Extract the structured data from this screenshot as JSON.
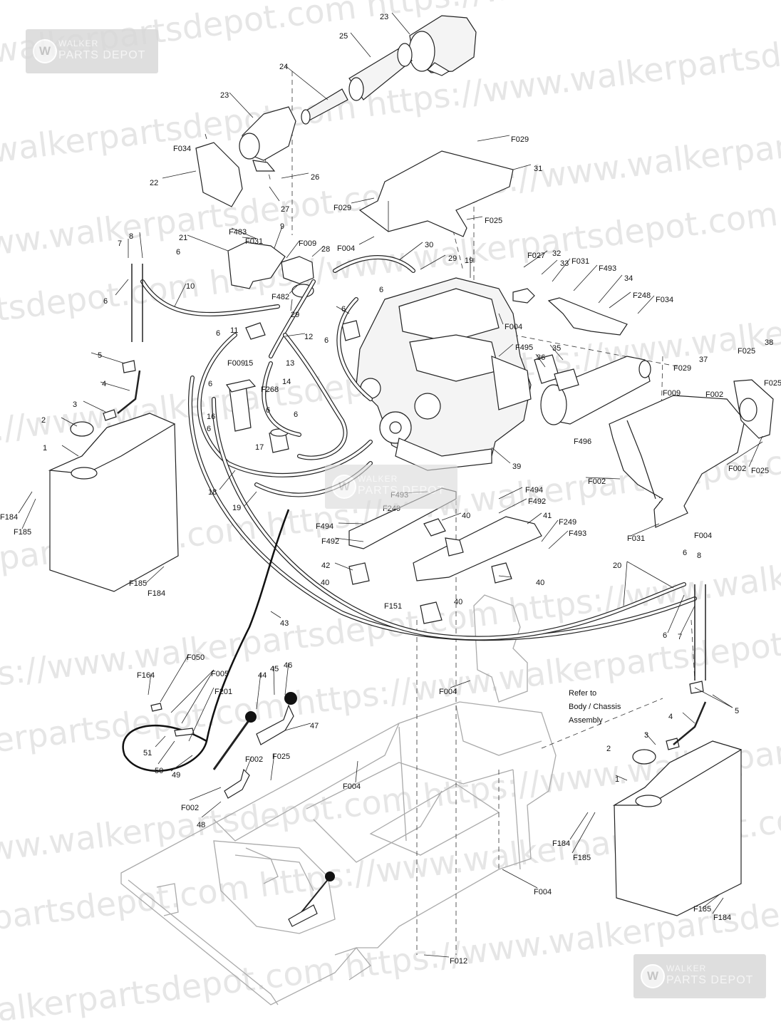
{
  "watermark": {
    "site_text": "https://www.walkerpartsdepot.com",
    "badge_line1": "WALKER",
    "badge_line2": "PARTS DEPOT",
    "badge_logo": "W"
  },
  "note": {
    "line1": "Refer to",
    "line2": "Body / Chassis",
    "line3": "Assembly"
  },
  "callouts": [
    {
      "t": "23"
    },
    {
      "t": "25"
    },
    {
      "t": "24"
    },
    {
      "t": "23"
    },
    {
      "t": "F034"
    },
    {
      "t": "22"
    },
    {
      "t": "26"
    },
    {
      "t": "27"
    },
    {
      "t": "F029"
    },
    {
      "t": "31"
    },
    {
      "t": "F029"
    },
    {
      "t": "F025"
    },
    {
      "t": "9"
    },
    {
      "t": "F483"
    },
    {
      "t": "F031"
    },
    {
      "t": "21"
    },
    {
      "t": "F009"
    },
    {
      "t": "28"
    },
    {
      "t": "F004"
    },
    {
      "t": "30"
    },
    {
      "t": "7"
    },
    {
      "t": "8"
    },
    {
      "t": "6"
    },
    {
      "t": "6"
    },
    {
      "t": "10"
    },
    {
      "t": "29"
    },
    {
      "t": "19"
    },
    {
      "t": "F027"
    },
    {
      "t": "32"
    },
    {
      "t": "33"
    },
    {
      "t": "F031"
    },
    {
      "t": "F493"
    },
    {
      "t": "34"
    },
    {
      "t": "F248"
    },
    {
      "t": "F034"
    },
    {
      "t": "F482"
    },
    {
      "t": "29"
    },
    {
      "t": "6"
    },
    {
      "t": "6"
    },
    {
      "t": "11"
    },
    {
      "t": "6"
    },
    {
      "t": "12"
    },
    {
      "t": "6"
    },
    {
      "t": "F004"
    },
    {
      "t": "F495"
    },
    {
      "t": "36"
    },
    {
      "t": "35"
    },
    {
      "t": "5"
    },
    {
      "t": "F009"
    },
    {
      "t": "15"
    },
    {
      "t": "13"
    },
    {
      "t": "14"
    },
    {
      "t": "4"
    },
    {
      "t": "6"
    },
    {
      "t": "F268"
    },
    {
      "t": "37"
    },
    {
      "t": "F029"
    },
    {
      "t": "F025"
    },
    {
      "t": "38"
    },
    {
      "t": "F025"
    },
    {
      "t": "F009"
    },
    {
      "t": "F002"
    },
    {
      "t": "3"
    },
    {
      "t": "16"
    },
    {
      "t": "6"
    },
    {
      "t": "6"
    },
    {
      "t": "6"
    },
    {
      "t": "2"
    },
    {
      "t": "17"
    },
    {
      "t": "F496"
    },
    {
      "t": "1"
    },
    {
      "t": "39"
    },
    {
      "t": "F002"
    },
    {
      "t": "F002"
    },
    {
      "t": "F025"
    },
    {
      "t": "18"
    },
    {
      "t": "F493"
    },
    {
      "t": "F494"
    },
    {
      "t": "F492"
    },
    {
      "t": "F249"
    },
    {
      "t": "19"
    },
    {
      "t": "F184"
    },
    {
      "t": "F185"
    },
    {
      "t": "40"
    },
    {
      "t": "41"
    },
    {
      "t": "F494"
    },
    {
      "t": "F492"
    },
    {
      "t": "F249"
    },
    {
      "t": "F493"
    },
    {
      "t": "F031"
    },
    {
      "t": "F004"
    },
    {
      "t": "42"
    },
    {
      "t": "40"
    },
    {
      "t": "40"
    },
    {
      "t": "6"
    },
    {
      "t": "8"
    },
    {
      "t": "20"
    },
    {
      "t": "F185"
    },
    {
      "t": "F184"
    },
    {
      "t": "F151"
    },
    {
      "t": "40"
    },
    {
      "t": "43"
    },
    {
      "t": "6"
    },
    {
      "t": "7"
    },
    {
      "t": "F050"
    },
    {
      "t": "F164"
    },
    {
      "t": "F005"
    },
    {
      "t": "46"
    },
    {
      "t": "45"
    },
    {
      "t": "44"
    },
    {
      "t": "F201"
    },
    {
      "t": "F004"
    },
    {
      "t": "5"
    },
    {
      "t": "4"
    },
    {
      "t": "47"
    },
    {
      "t": "51"
    },
    {
      "t": "3"
    },
    {
      "t": "50"
    },
    {
      "t": "F002"
    },
    {
      "t": "F025"
    },
    {
      "t": "49"
    },
    {
      "t": "F004"
    },
    {
      "t": "2"
    },
    {
      "t": "F002"
    },
    {
      "t": "48"
    },
    {
      "t": "1"
    },
    {
      "t": "F184"
    },
    {
      "t": "F185"
    },
    {
      "t": "F004"
    },
    {
      "t": "F185"
    },
    {
      "t": "F184"
    },
    {
      "t": "F012"
    }
  ]
}
